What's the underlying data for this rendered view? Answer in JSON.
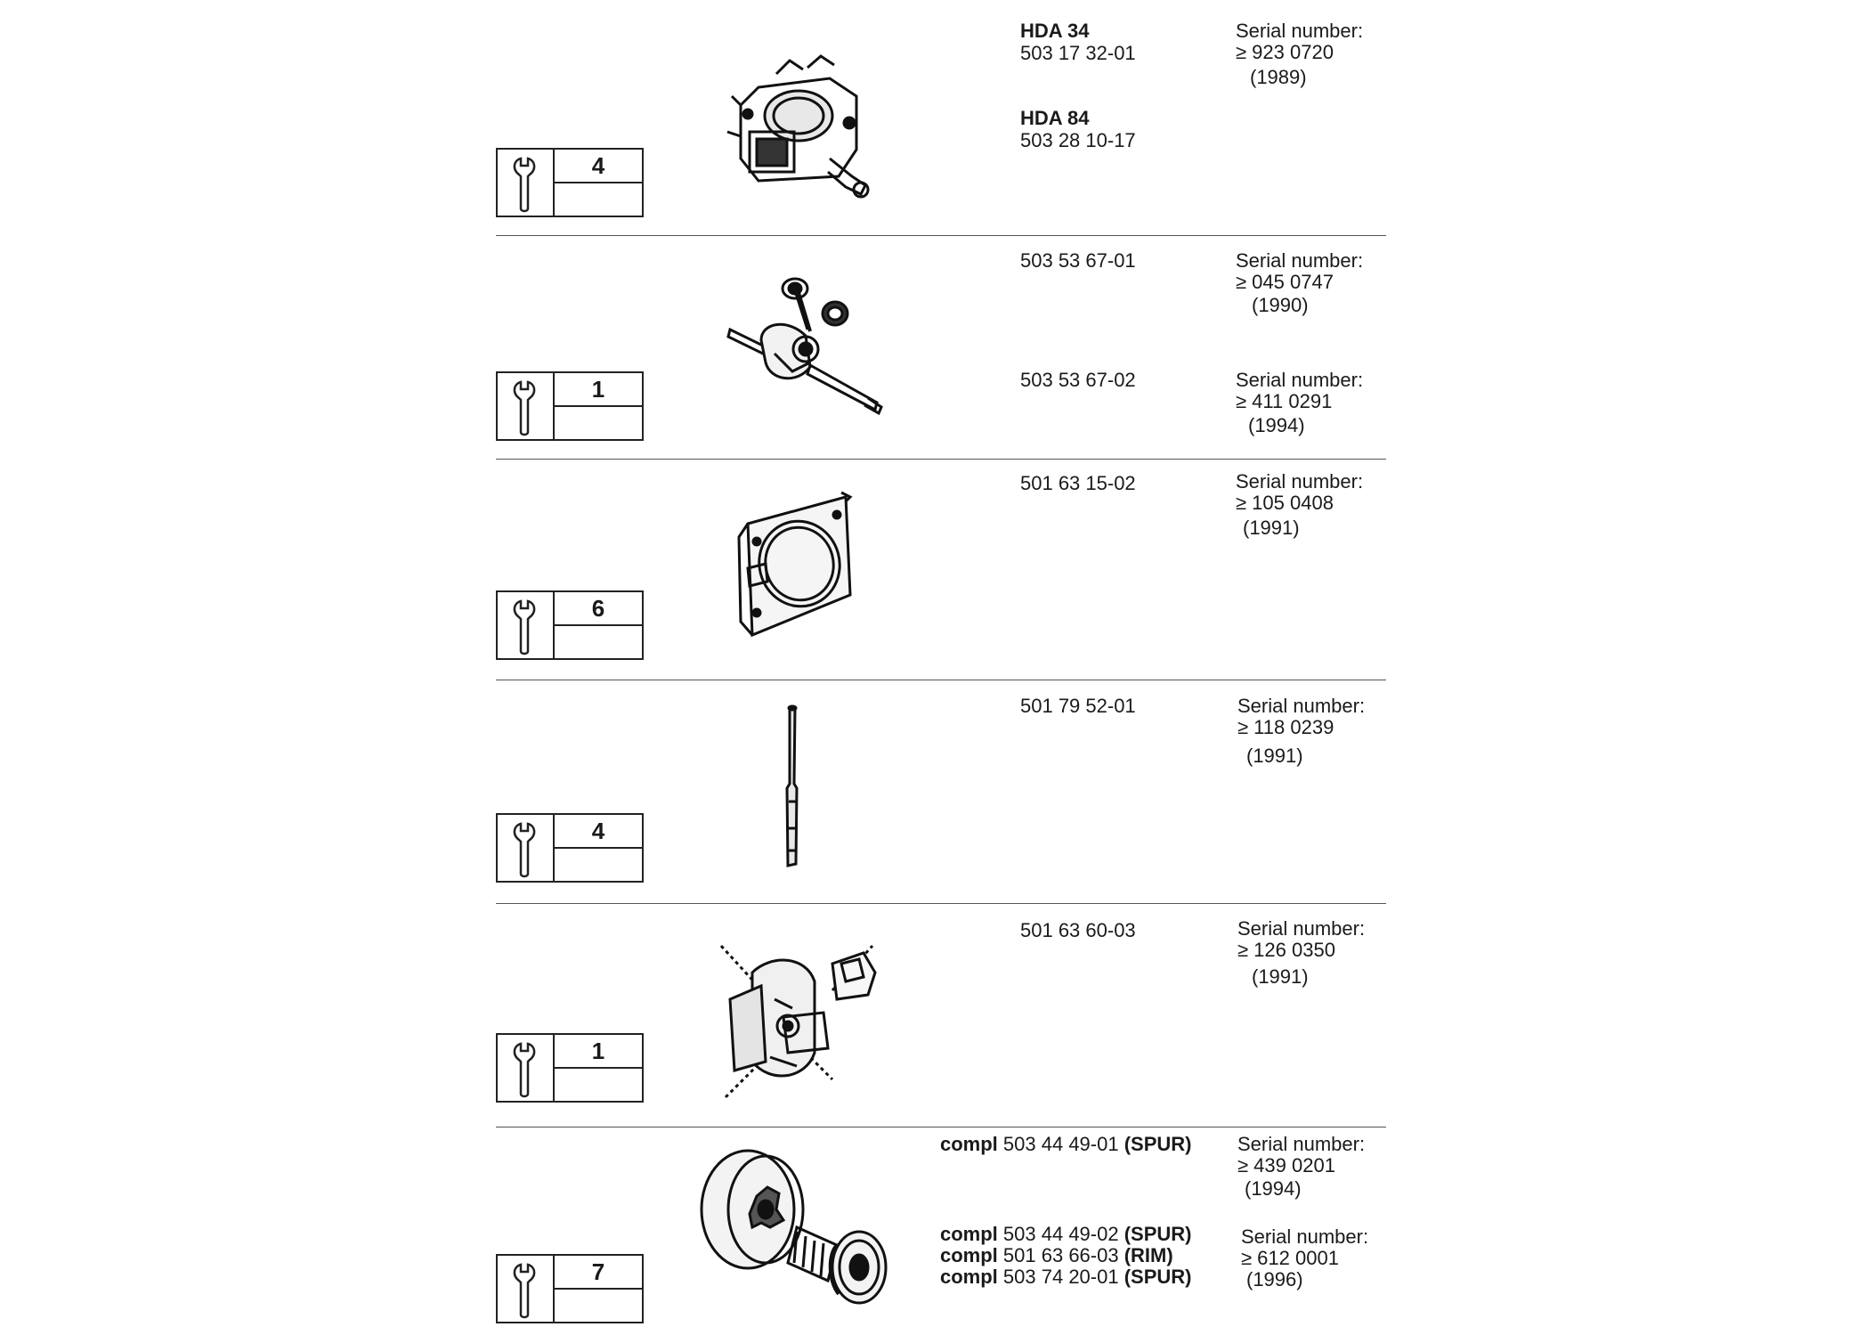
{
  "rows": [
    {
      "tool_number": "4",
      "parts": [
        {
          "model": "HDA 34",
          "number": "503 17 32-01"
        },
        {
          "model": "HDA 84",
          "number": "503 28 10-17"
        }
      ],
      "serials": [
        {
          "label": "Serial number:",
          "value": "≥ 923 0720",
          "year": "(1989)"
        }
      ]
    },
    {
      "tool_number": "1",
      "parts": [
        {
          "number": "503 53 67-01"
        },
        {
          "number": "503 53 67-02"
        }
      ],
      "serials": [
        {
          "label": "Serial number:",
          "value": "≥ 045  0747",
          "year": "(1990)"
        },
        {
          "label": "Serial number:",
          "value": "≥ 411 0291",
          "year": "(1994)"
        }
      ]
    },
    {
      "tool_number": "6",
      "parts": [
        {
          "number": "501 63 15-02"
        }
      ],
      "serials": [
        {
          "label": "Serial number:",
          "value": "≥ 105 0408",
          "year": "(1991)"
        }
      ]
    },
    {
      "tool_number": "4",
      "parts": [
        {
          "number": "501 79 52-01"
        }
      ],
      "serials": [
        {
          "label": "Serial number:",
          "value": "≥ 118 0239",
          "year": "(1991)"
        }
      ]
    },
    {
      "tool_number": "1",
      "parts": [
        {
          "number": "501 63 60-03"
        }
      ],
      "serials": [
        {
          "label": "Serial number:",
          "value": "≥ 126 0350",
          "year": "(1991)"
        }
      ]
    },
    {
      "tool_number": "7",
      "parts": [
        {
          "prefix": "compl",
          "number": "503 44 49-01",
          "type": "(SPUR)"
        },
        {
          "prefix": "compl",
          "number": "503 44 49-02",
          "type": "(SPUR)"
        },
        {
          "prefix": "compl",
          "number": "501 63 66-03",
          "type": "(RIM)"
        },
        {
          "prefix": "compl",
          "number": "503 74 20-01",
          "type": "(SPUR)"
        }
      ],
      "serials": [
        {
          "label": "Serial number:",
          "value": "≥ 439 0201",
          "year": "(1994)"
        },
        {
          "label": "Serial number:",
          "value": "≥ 612 0001",
          "year": "(1996)"
        }
      ]
    }
  ],
  "icons": {
    "wrench": "wrench-icon",
    "row_illustrations": [
      "carburetor-illustration",
      "crankshaft-illustration",
      "crankcase-plate-illustration",
      "shaft-rod-illustration",
      "clutch-illustration",
      "clutch-drum-illustration"
    ]
  }
}
